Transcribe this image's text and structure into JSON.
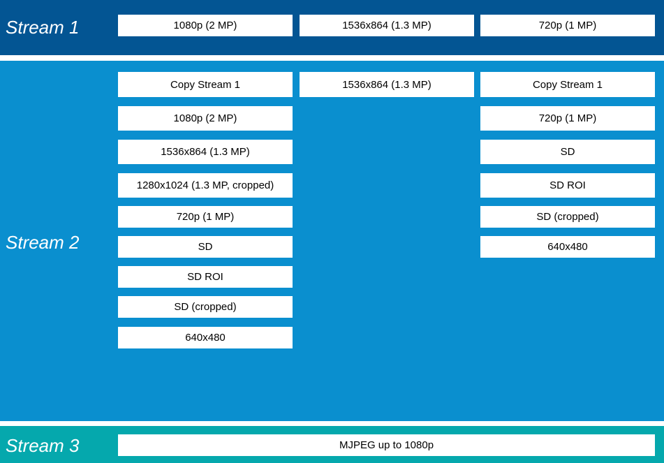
{
  "colors": {
    "stream1_band": "#035593",
    "stream2_band": "#0a8fcf",
    "stream3_band": "#05a8ad",
    "option_box": "#ffffff",
    "label_text": "#ffffff"
  },
  "stream1": {
    "label": "Stream 1",
    "options": [
      "1080p (2 MP)",
      "1536x864 (1.3 MP)",
      "720p (1 MP)"
    ]
  },
  "stream2": {
    "label": "Stream 2",
    "col1": [
      "Copy Stream 1",
      "1080p (2 MP)",
      "1536x864 (1.3 MP)",
      "1280x1024 (1.3 MP, cropped)",
      "720p (1 MP)",
      "SD",
      "SD ROI",
      "SD (cropped)",
      "640x480"
    ],
    "col2": [
      "1536x864 (1.3 MP)"
    ],
    "col3": [
      "Copy Stream 1",
      "720p (1 MP)",
      "SD",
      "SD ROI",
      "SD (cropped)",
      "640x480"
    ]
  },
  "stream3": {
    "label": "Stream 3",
    "options": [
      "MJPEG up to 1080p"
    ]
  }
}
